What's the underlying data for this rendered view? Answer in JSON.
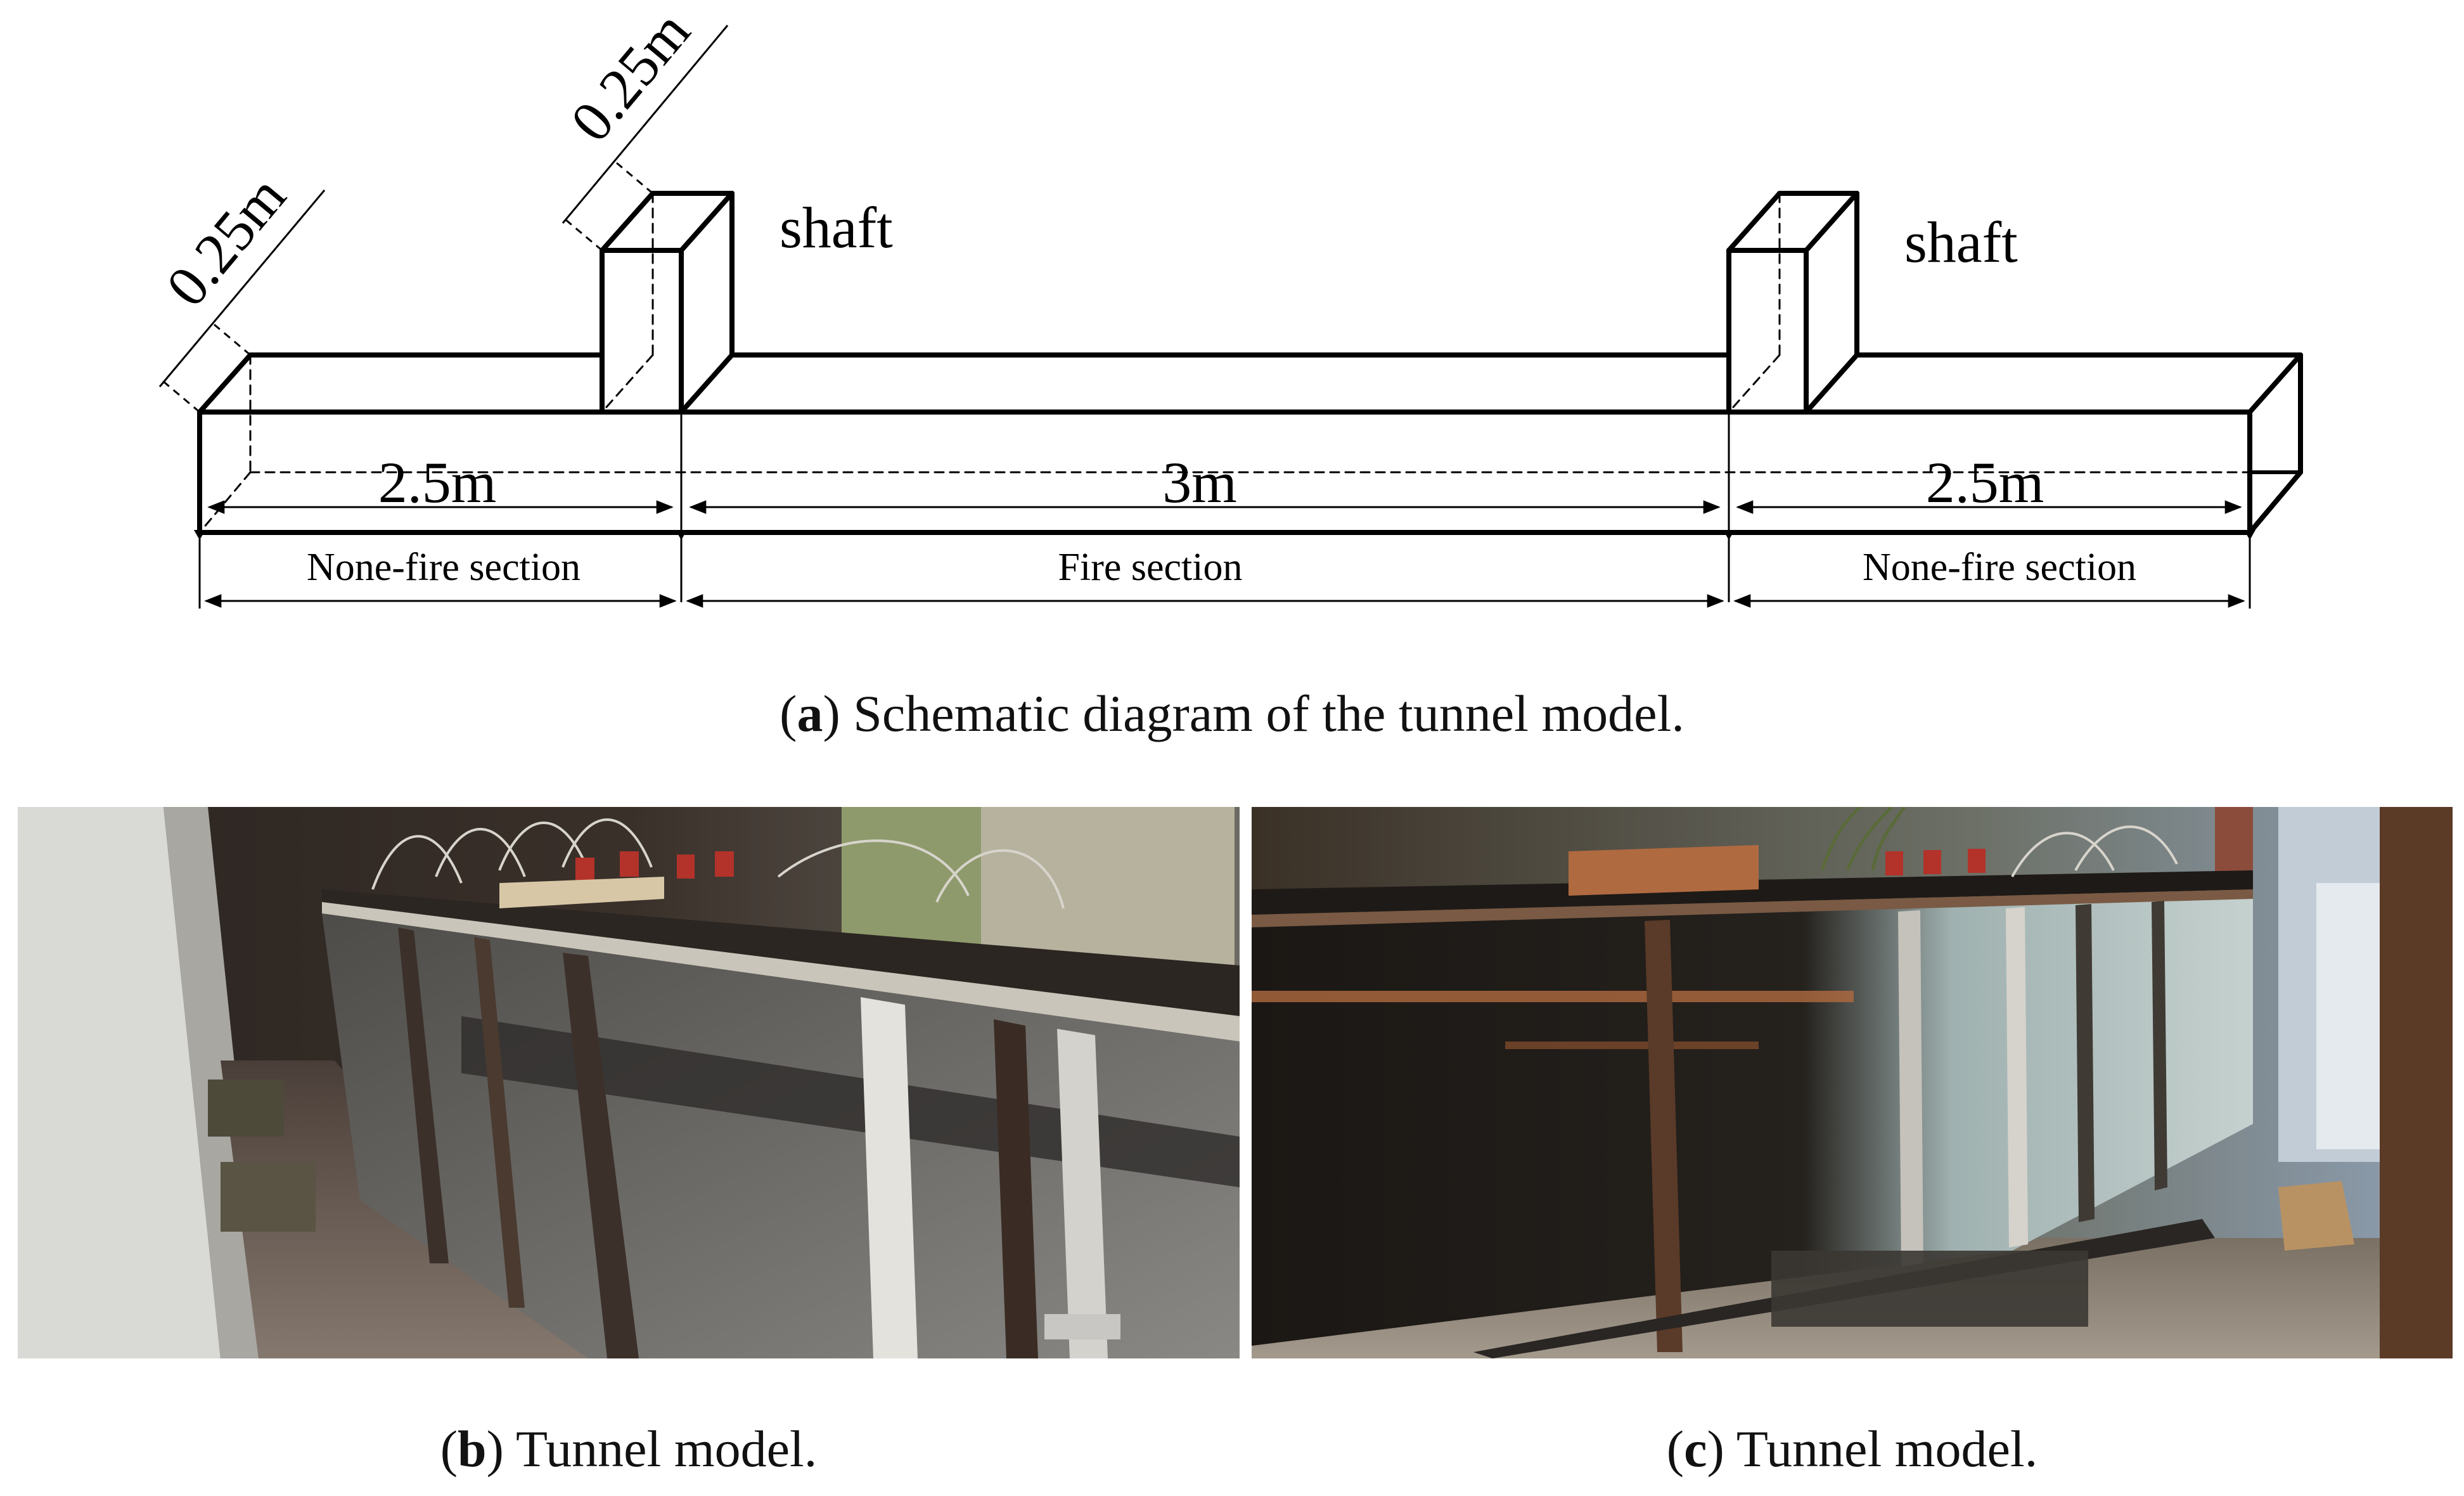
{
  "diagram": {
    "dims": {
      "tunnel_width": "0.25m",
      "shaft_width": "0.25m",
      "left_length": "2.5m",
      "middle_length": "3m",
      "right_length": "2.5m"
    },
    "shaft_left_label": "shaft",
    "shaft_right_label": "shaft",
    "sections": {
      "left": "None-fire section",
      "middle": "Fire section",
      "right": "None-fire section"
    }
  },
  "captions": {
    "a": {
      "letter": "a",
      "text": " Schematic diagram of the tunnel model."
    },
    "b": {
      "letter": "b",
      "text": " Tunnel model."
    },
    "c": {
      "letter": "c",
      "text": " Tunnel model."
    }
  }
}
